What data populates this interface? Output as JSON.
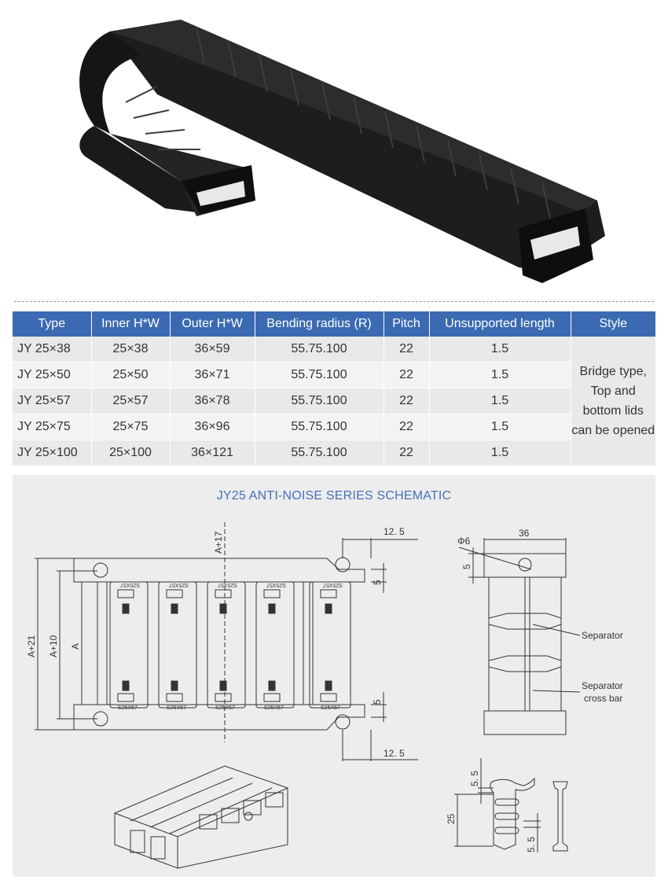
{
  "table": {
    "headers": [
      "Type",
      "Inner H*W",
      "Outer H*W",
      "Bending radius (R)",
      "Pitch",
      "Unsupported length",
      "Style"
    ],
    "rows": [
      {
        "type": "JY  25×38",
        "inner": "25×38",
        "outer": "36×59",
        "radius": "55.75.100",
        "pitch": "22",
        "unsupported": "1.5"
      },
      {
        "type": "JY  25×50",
        "inner": "25×50",
        "outer": "36×71",
        "radius": "55.75.100",
        "pitch": "22",
        "unsupported": "1.5"
      },
      {
        "type": "JY  25×57",
        "inner": "25×57",
        "outer": "36×78",
        "radius": "55.75.100",
        "pitch": "22",
        "unsupported": "1.5"
      },
      {
        "type": "JY  25×75",
        "inner": "25×75",
        "outer": "36×96",
        "radius": "55.75.100",
        "pitch": "22",
        "unsupported": "1.5"
      },
      {
        "type": "JY  25×100",
        "inner": "25×100",
        "outer": "36×121",
        "radius": "55.75.100",
        "pitch": "22",
        "unsupported": "1.5"
      }
    ],
    "style_lines": [
      "Bridge type,",
      "Top and",
      "bottom lids",
      "can be opened"
    ]
  },
  "schematic": {
    "title": "JY25 ANTI-NOISE SERIES SCHEMATIC",
    "dims": {
      "a_plus_17": "A+17",
      "dim_12_5_top": "12. 5",
      "dim_12_5_bottom": "12. 5",
      "dim_5_top": "5",
      "dim_5_bottom": "5",
      "a_plus_21": "A+21",
      "a_plus_10": "A+10",
      "a": "A",
      "phi6": "Φ6",
      "dim_36": "36",
      "dim_5_side": "5",
      "dim_5_5_top": "5. 5",
      "dim_25": "25",
      "dim_5_5_bottom": "5. 5"
    },
    "labels": {
      "separator": "Separator",
      "separator_cross_bar_1": "Separator",
      "separator_cross_bar_2": "cross bar"
    },
    "link_marking": "S25X57"
  }
}
